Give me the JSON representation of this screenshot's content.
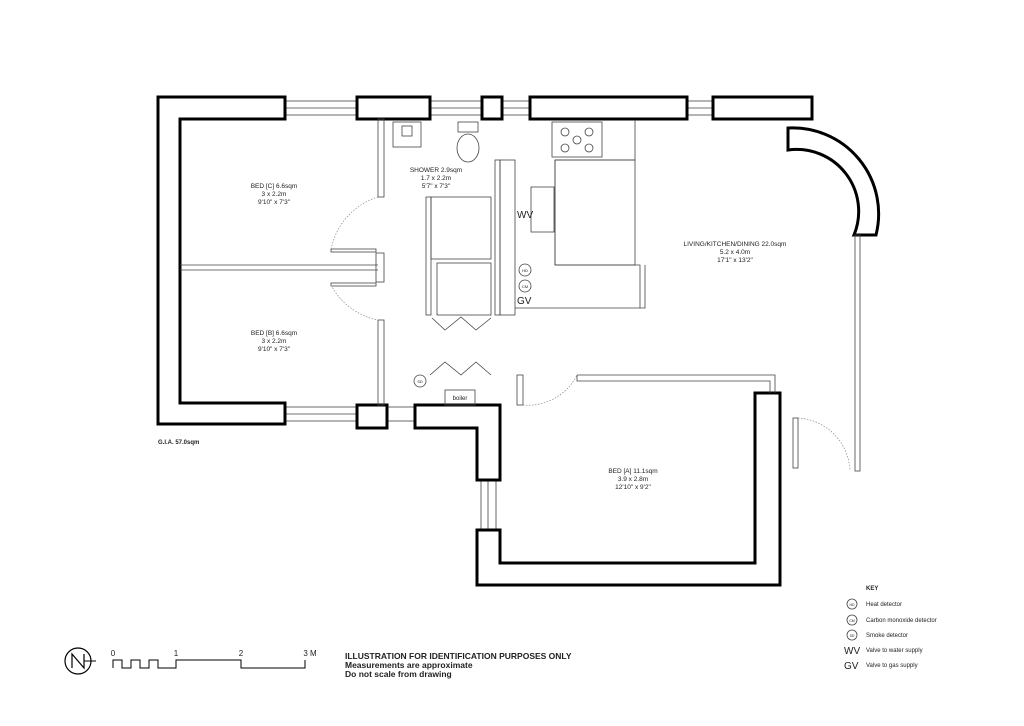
{
  "rooms": {
    "bed_c": {
      "name": "BED [C] 6.6sqm",
      "metric": "3 x 2.2m",
      "imperial": "9'10\" x 7'3\""
    },
    "bed_b": {
      "name": "BED [B] 6.6sqm",
      "metric": "3 x 2.2m",
      "imperial": "9'10\" x 7'3\""
    },
    "shower": {
      "name": "SHOWER 2.9sqm",
      "metric": "1.7 x 2.2m",
      "imperial": "5'7\" x 7'3\""
    },
    "living": {
      "name": "LIVING/KITCHEN/DINING  22.0sqm",
      "metric": "5.2 x 4.0m",
      "imperial": "17'1\" x 13'2\""
    },
    "bed_a": {
      "name": "BED [A] 11.1sqm",
      "metric": "3.9 x 2.8m",
      "imperial": "12'10\" x 9'2\""
    }
  },
  "labels": {
    "boiler": "boiler",
    "gia": "G.I.A. 57.0sqm",
    "wv": "WV",
    "gv": "GV",
    "hd": "HD",
    "cm": "CM",
    "sd": "SD"
  },
  "scale": {
    "ticks": [
      "0",
      "1",
      "2",
      "3 M"
    ]
  },
  "disclaimer": {
    "line1": "ILLUSTRATION FOR IDENTIFICATION PURPOSES ONLY",
    "line2": "Measurements are approximate",
    "line3": "Do not scale from drawing"
  },
  "key": {
    "title": "KEY",
    "items": [
      {
        "symbol": "HD",
        "label": "Heat detector"
      },
      {
        "symbol": "CM",
        "label": "Carbon monoxide detector"
      },
      {
        "symbol": "SD",
        "label": "Smoke detector"
      },
      {
        "symbol": "WV",
        "label": "Valve to water supply"
      },
      {
        "symbol": "GV",
        "label": "Valve to gas supply"
      }
    ]
  }
}
